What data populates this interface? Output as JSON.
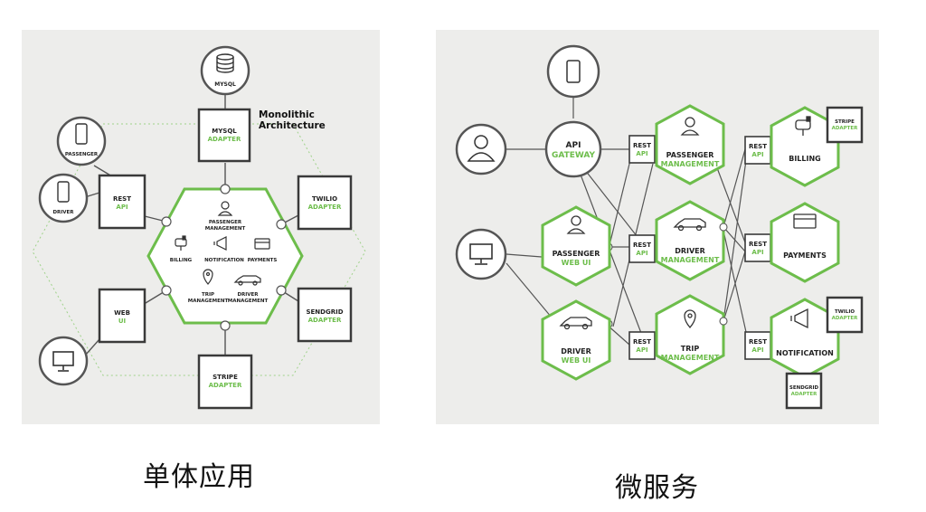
{
  "monolith": {
    "title_line1": "Monolithic",
    "title_line2": "Architecture",
    "mysql": "MYSQL",
    "mysql_adapter": [
      "MYSQL",
      "ADAPTER"
    ],
    "passenger": "PASSENGER",
    "driver": "DRIVER",
    "rest_api": [
      "REST",
      "API"
    ],
    "web_ui": [
      "WEB",
      "UI"
    ],
    "twilio_adapter": [
      "TWILIO",
      "ADAPTER"
    ],
    "sendgrid_adapter": [
      "SENDGRID",
      "ADAPTER"
    ],
    "stripe_adapter": [
      "STRIPE",
      "ADAPTER"
    ],
    "core": {
      "passenger_mgmt": [
        "PASSENGER",
        "MANAGEMENT"
      ],
      "billing": "BILLING",
      "notification": "NOTIFICATION",
      "payments": "PAYMENTS",
      "trip_mgmt": [
        "TRIP",
        "MANAGEMENT"
      ],
      "driver_mgmt": [
        "DRIVER",
        "MANAGEMENT"
      ]
    }
  },
  "micro": {
    "api_gateway": [
      "API",
      "GATEWAY"
    ],
    "rest": "REST",
    "api": "API",
    "passenger_mgmt": [
      "PASSENGER",
      "MANAGEMENT"
    ],
    "billing": "BILLING",
    "stripe_adapter": [
      "STRIPE",
      "ADAPTER"
    ],
    "passenger_web_ui": [
      "PASSENGER",
      "WEB UI"
    ],
    "driver_mgmt": [
      "DRIVER",
      "MANAGEMENT"
    ],
    "payments": "PAYMENTS",
    "driver_web_ui": [
      "DRIVER",
      "WEB UI"
    ],
    "trip_mgmt": [
      "TRIP",
      "MANAGEMENT"
    ],
    "notification": "NOTIFICATION",
    "twilio_adapter": [
      "TWILIO",
      "ADAPTER"
    ],
    "sendgrid_adapter": [
      "SENDGRID",
      "ADAPTER"
    ]
  },
  "captions": {
    "left": "单体应用",
    "right": "微服务"
  },
  "colors": {
    "green": "#6dbd4b",
    "panel": "#ededeb",
    "box_border": "#3a3a3a"
  }
}
